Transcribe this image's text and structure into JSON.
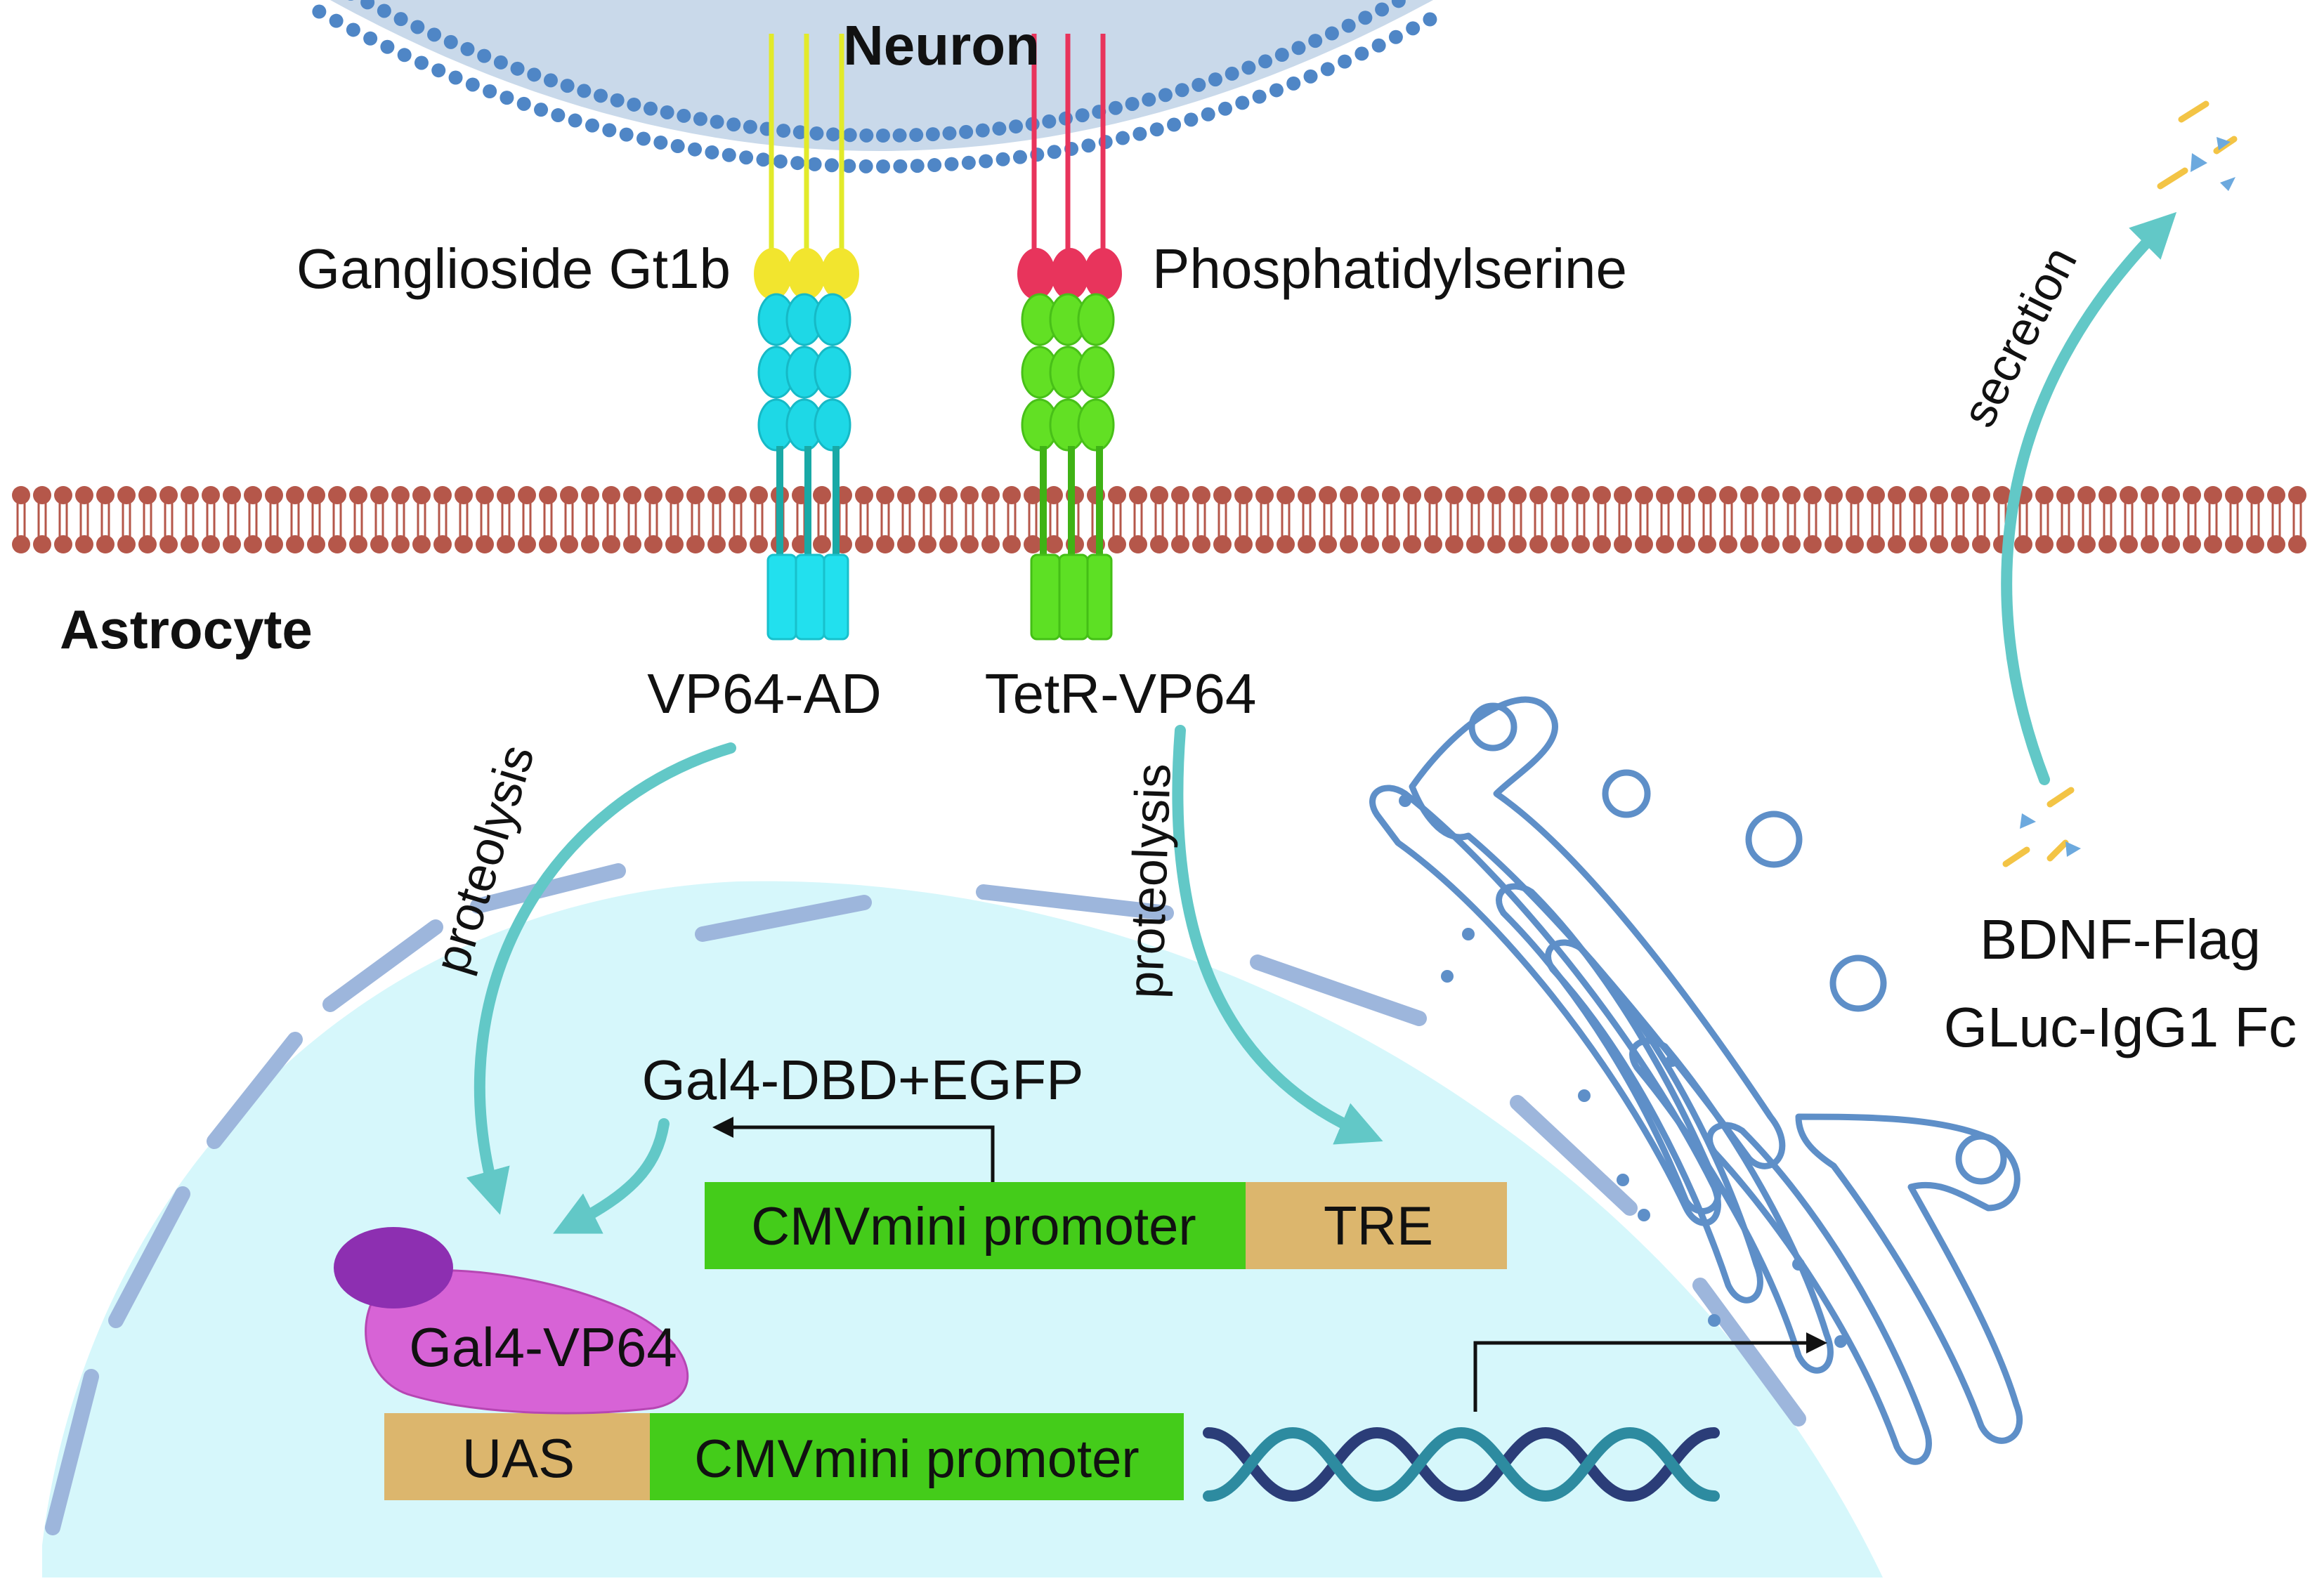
{
  "labels": {
    "neuron": "Neuron",
    "astrocyte": "Astrocyte",
    "ganglioside": "Ganglioside Gt1b",
    "phosphatidylserine": "Phosphatidylserine",
    "vp64_ad": "VP64-AD",
    "tetr_vp64": "TetR-VP64",
    "proteolysis_left": "proteolysis",
    "proteolysis_right": "proteolysis",
    "secretion": "secretion",
    "bdnf": "BDNF-Flag",
    "gluc": "GLuc-IgG1 Fc",
    "gal4_dbd_egfp": "Gal4-DBD+EGFP",
    "gal4_vp64": "Gal4-VP64",
    "cmv_top": "CMVmini promoter",
    "tre": "TRE",
    "uas": "UAS",
    "cmv_bottom": "CMVmini promoter"
  },
  "colors": {
    "neuron_membrane": "#4f86c6",
    "neuron_fill": "#c9d9ea",
    "astro_membrane": "#b5574a",
    "nucleus_fill": "#d6f7fb",
    "nucleus_envelope": "#9db6dc",
    "gt1b_head": "#f2e52e",
    "gt1b_domain": "#1ed8e6",
    "ps_head": "#e8345c",
    "ps_domain": "#62e024",
    "promoter_green": "#44cc1a",
    "box_tan": "#dcb66d",
    "gal4_purple": "#d763d6",
    "gal4_dark": "#8d2fb1",
    "arrow_teal": "#62c8c7",
    "golgi_blue": "#5e8fc8",
    "dna_dark": "#2b3d78",
    "dna_light": "#2d8ba0"
  }
}
